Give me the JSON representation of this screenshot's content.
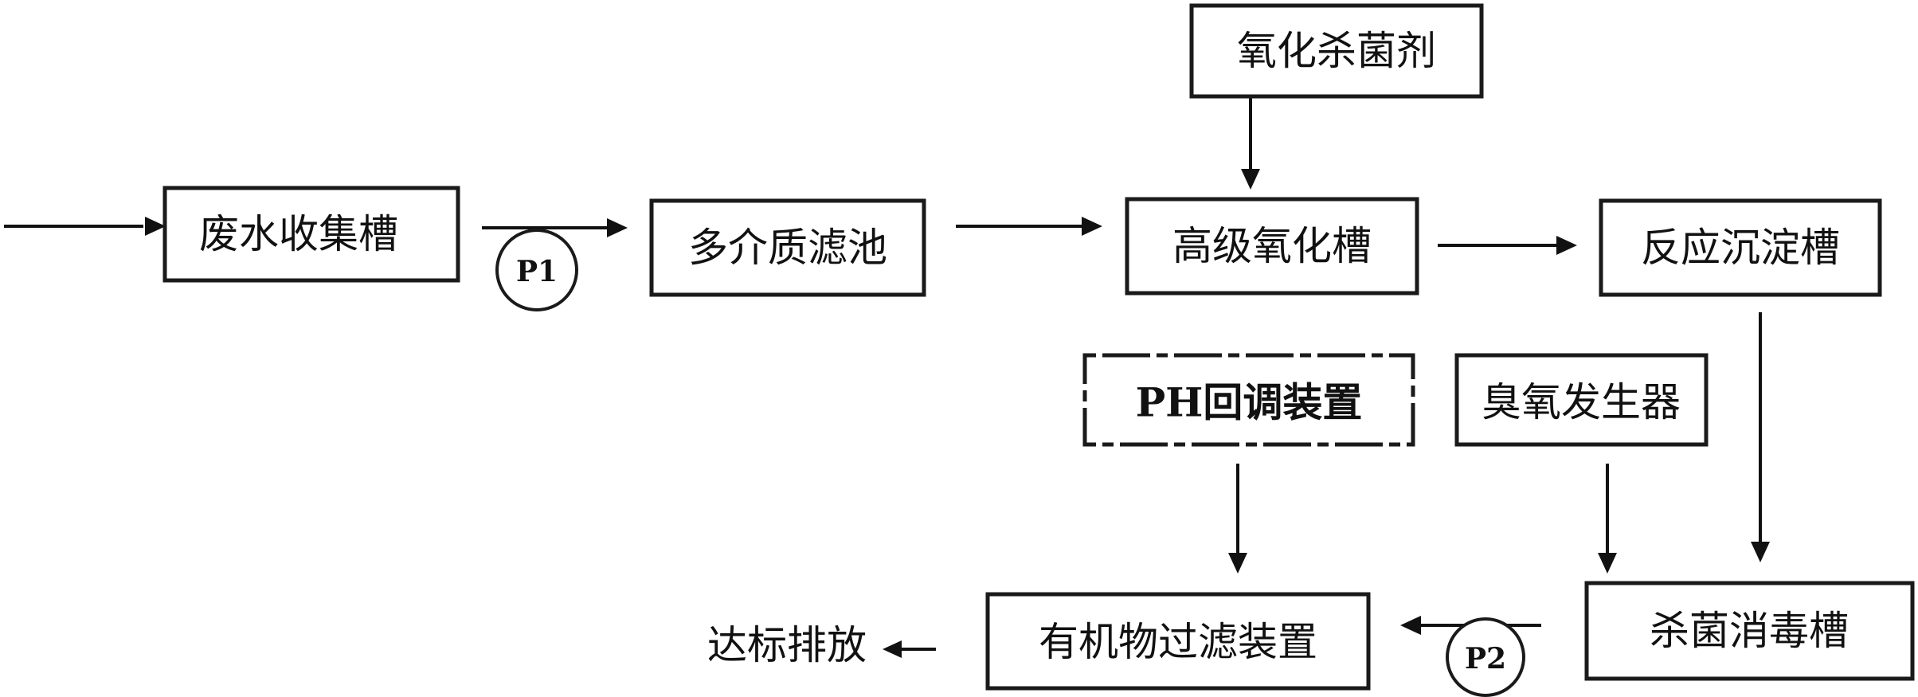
{
  "boxes": {
    "oxidant": "氧化杀菌剂",
    "collection_tank": "废水收集槽",
    "multimedia_filter": "多介质滤池",
    "advanced_oxidation_tank": "高级氧化槽",
    "reaction_settling_tank": "反应沉淀槽",
    "ph_adjustment": "PH回调装置",
    "ozone_generator": "臭氧发生器",
    "organic_filter": "有机物过滤装置",
    "disinfection_tank": "杀菌消毒槽"
  },
  "pumps": {
    "p1": "P1",
    "p2": "P2"
  },
  "outlet": "达标排放"
}
